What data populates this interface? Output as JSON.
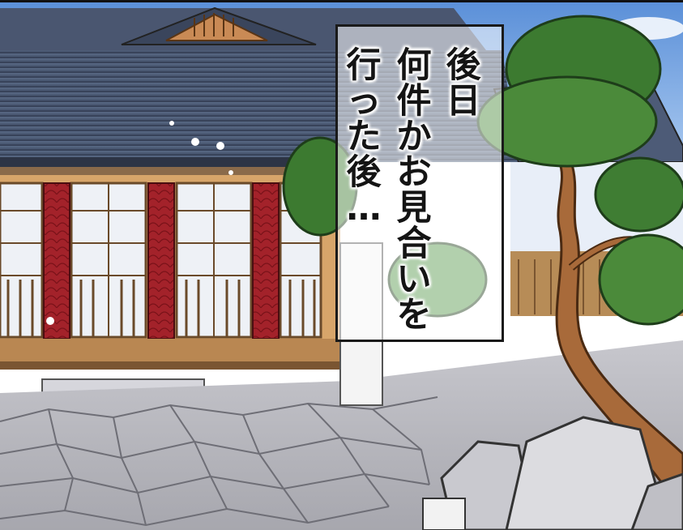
{
  "caption": {
    "lines": [
      "後日",
      "何件かお見合いを",
      "行った後…"
    ]
  }
}
